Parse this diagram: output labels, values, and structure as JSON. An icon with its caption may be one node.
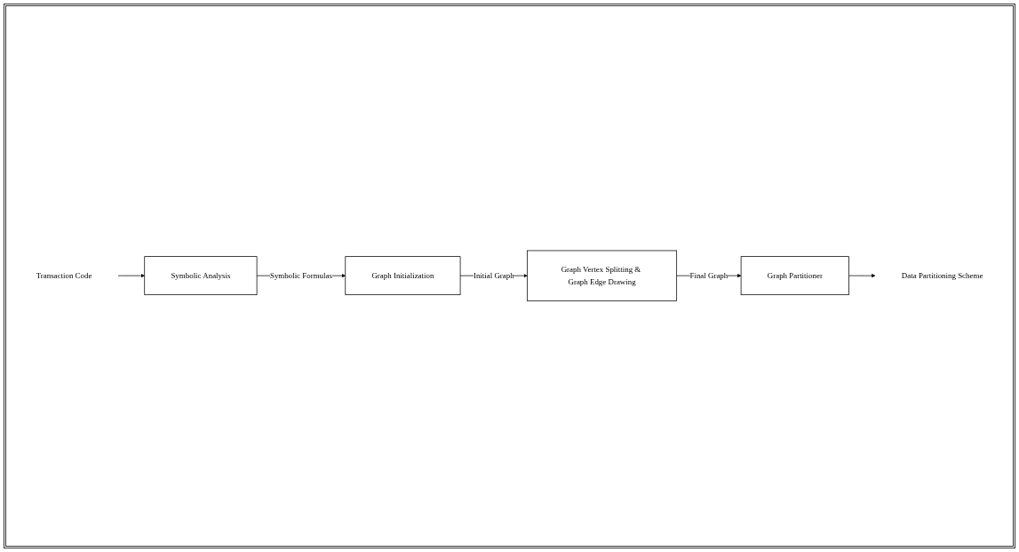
{
  "diagram": {
    "nodes": [
      {
        "text": [
          "Transaction Code"
        ]
      },
      {
        "text": [
          "Symbolic Analysis"
        ]
      },
      {
        "text": [
          "Graph Initialization"
        ]
      },
      {
        "text": [
          "Graph Vertex Splitting & Graph Edge Drawing"
        ]
      },
      {
        "text": [
          "Graph Partitioner"
        ]
      },
      {
        "text": [
          "Data Partitioning Scheme"
        ]
      }
    ],
    "edges": [
      {
        "from": 0,
        "to": 1,
        "arrow": "to"
      },
      {
        "from": 1,
        "to": 2,
        "arrow": "to",
        "label": "Symbolic Formulas"
      },
      {
        "from": 2,
        "to": 3,
        "arrow": "to",
        "label": "Initial Graph"
      },
      {
        "from": 3,
        "to": 4,
        "arrow": "to",
        "label": "Final Graph"
      },
      {
        "from": 4,
        "to": 5,
        "arrow": "to"
      }
    ]
  }
}
